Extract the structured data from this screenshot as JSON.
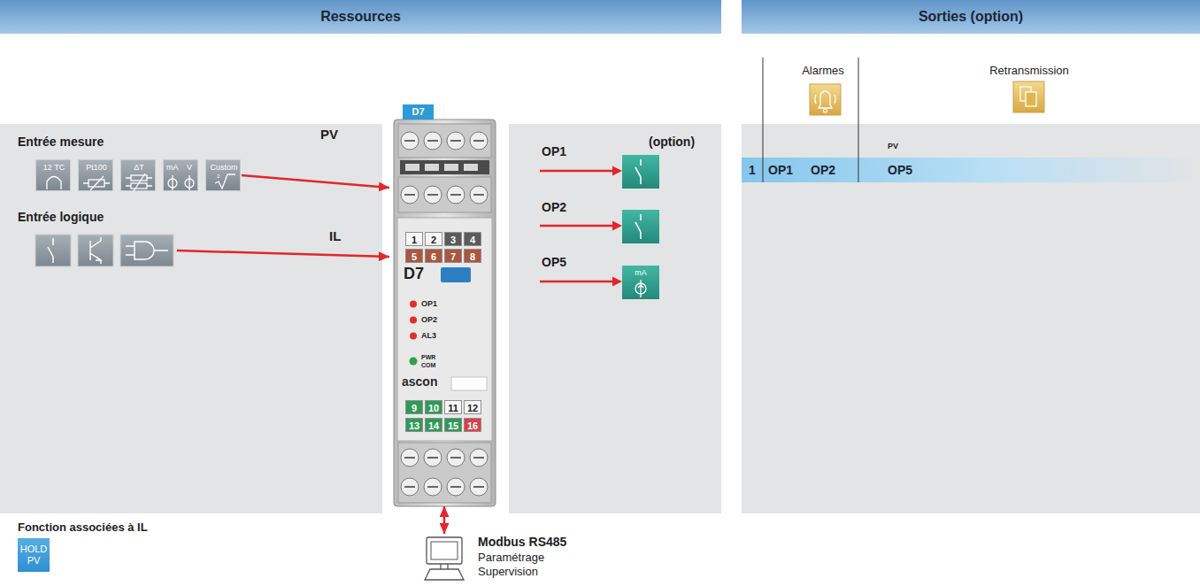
{
  "diagram": {
    "nodes": [
      {
        "text": [
          "Ressources"
        ]
      },
      {
        "text": [
          "Sorties (option)"
        ]
      },
      {
        "text": [
          "Entrée mesure",
          "Entrée logique"
        ]
      },
      {
        "text": [
          "12 TC"
        ],
        "in": 2
      },
      {
        "text": [
          "Pt100"
        ],
        "in": 2
      },
      {
        "text": [
          "ΔT"
        ],
        "in": 2
      },
      {
        "text": [
          "mA",
          "V"
        ],
        "in": 2
      },
      {
        "text": [
          "Custom",
          "2"
        ],
        "in": 2
      },
      {
        "text": [
          "D7"
        ]
      },
      {
        "text": [
          "(option)"
        ]
      },
      {
        "text": [
          "mA"
        ],
        "in": 9
      },
      {
        "text": [
          "Alarmes",
          "Retransmission"
        ]
      },
      {
        "text": [
          "1",
          "OP1",
          "OP2",
          "OP5"
        ],
        "in": 11
      },
      {
        "text": [
          "HOLD PV"
        ]
      },
      {
        "text": [
          "Modbus RS485",
          "Paramétrage",
          "Supervision"
        ]
      }
    ],
    "edges": [
      {
        "from": 7,
        "to": 8,
        "arrow": "to",
        "label": "PV"
      },
      {
        "from": 2,
        "to": 8,
        "arrow": "to",
        "label": "IL"
      },
      {
        "from": 8,
        "to": 14,
        "arrow": "both"
      }
    ],
    "labels": [
      "OP1",
      "OP2",
      "OP5",
      "PV",
      "Fonction associées à IL",
      "1",
      "2",
      "3",
      "4",
      "5",
      "6",
      "7",
      "8",
      "D7",
      "OP1",
      "OP2",
      "AL3",
      "PWR",
      "COM",
      "ascon",
      "9",
      "10",
      "11",
      "12",
      "13",
      "14",
      "15",
      "16"
    ]
  }
}
